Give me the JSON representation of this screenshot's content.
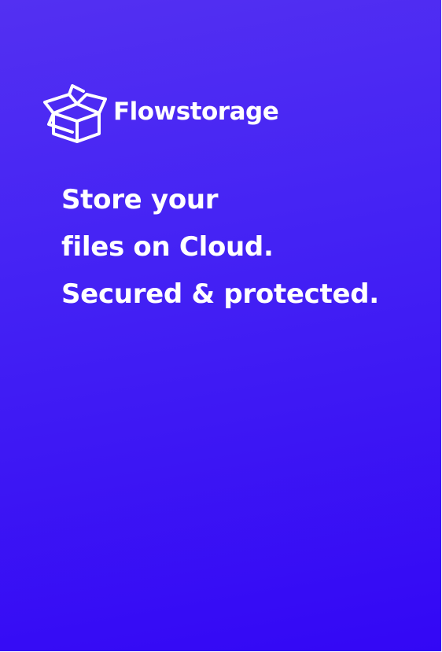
{
  "brand": {
    "name": "Flowstorage",
    "icon": "open-box-icon"
  },
  "headline": {
    "lines": [
      "Store your",
      "files on Cloud.",
      "Secured & protected."
    ]
  },
  "colors": {
    "gradient_top": "#5330f2",
    "gradient_bottom": "#3307f5",
    "text": "#ffffff"
  }
}
